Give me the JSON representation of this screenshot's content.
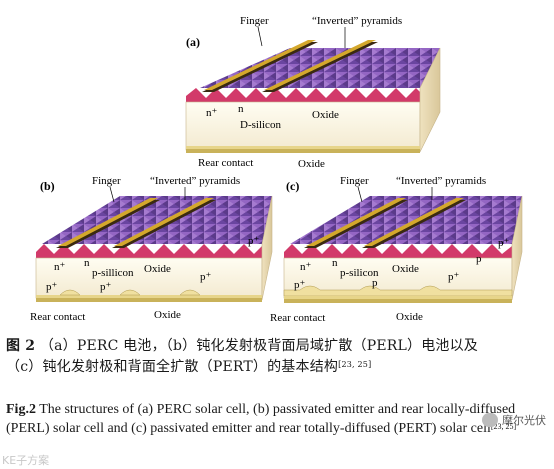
{
  "panel_a": {
    "letter": "(a)",
    "finger": "Finger",
    "pyramids": "“Inverted” pyramids",
    "n_plus": "n⁺",
    "n": "n",
    "silicon": "D-silicon",
    "oxide_inner": "Oxide",
    "rear_contact": "Rear contact",
    "oxide_outer": "Oxide"
  },
  "panel_b": {
    "letter": "(b)",
    "finger": "Finger",
    "pyramids": "“Inverted” pyramids",
    "n_plus": "n⁺",
    "n": "n",
    "p_plus_1": "p⁺",
    "p_plus_2": "p⁺",
    "p_plus_3": "p⁺",
    "p_plus_4": "p⁺",
    "silicon": "p-sillicon",
    "oxide_inner": "Oxide",
    "rear_contact": "Rear contact",
    "oxide_outer": "Oxide"
  },
  "panel_c": {
    "letter": "(c)",
    "finger": "Finger",
    "pyramids": "“Inverted” pyramids",
    "n_plus": "n⁺",
    "n": "n",
    "p_plus_1": "p⁺",
    "p_plus_2": "p⁺",
    "p_plus_3": "p⁺",
    "p_1": "p",
    "p_2": "p",
    "silicon": "p-silicon",
    "oxide_inner": "Oxide",
    "rear_contact": "Rear contact",
    "oxide_outer": "Oxide"
  },
  "caption_cn": {
    "label": "图 2",
    "line1": "（a）PERC 电池，（b）钝化发射极背面局域扩散（PERL）电池以及",
    "line2": "（c）钝化发射极和背面全扩散（PERT）的基本结构",
    "ref": "[23, 25]"
  },
  "caption_en": {
    "label": "Fig.2",
    "text": "The structures of (a) PERC solar cell, (b) passivated emitter and rear locally-diffused (PERL) solar cell and (c) passivated emitter and rear totally-diffused (PERT) solar cell",
    "ref": "[23, 25]"
  },
  "watermark_left": "KE子方案",
  "watermark_right": "摩尔光伏",
  "colors": {
    "pyramid": "#8a5ab8",
    "pyramid_dark": "#5b3a8a",
    "emitter": "#d23a6a",
    "finger": "#c8a02a",
    "silicon": "#fbf6e4",
    "oxide": "#e7d58a",
    "rear": "#c9b25a"
  }
}
